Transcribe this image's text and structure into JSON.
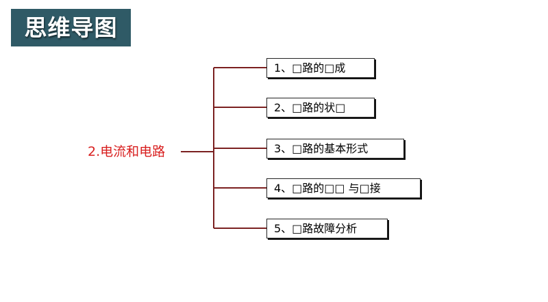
{
  "title": "思维导图",
  "root": {
    "label": "2.电流和电路",
    "color": "#d81e1e"
  },
  "branch_color": "#7a1f1f",
  "nodes": [
    {
      "label": "1、□路的□成"
    },
    {
      "label": "2、□路的状□"
    },
    {
      "label": "3、□路的基本形式"
    },
    {
      "label": "4、□路的□□ 与□接"
    },
    {
      "label": "5、□路故障分析"
    }
  ]
}
